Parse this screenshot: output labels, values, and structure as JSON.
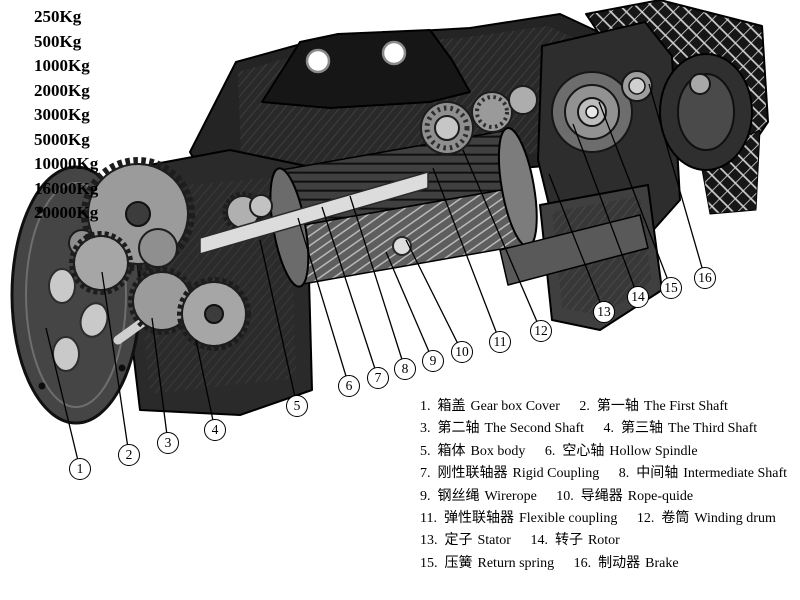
{
  "weights": [
    "250Kg",
    "500Kg",
    "1000Kg",
    "2000Kg",
    "3000Kg",
    "5000Kg",
    "10000Kg",
    "16000Kg",
    "20000Kg"
  ],
  "callouts": [
    "1",
    "2",
    "3",
    "4",
    "5",
    "6",
    "7",
    "8",
    "9",
    "10",
    "11",
    "12",
    "13",
    "14",
    "15",
    "16"
  ],
  "legend": {
    "items": [
      {
        "num": "1.",
        "cn": "箱盖",
        "en": "Gear box Cover"
      },
      {
        "num": "2.",
        "cn": "第一轴",
        "en": "The First Shaft"
      },
      {
        "num": "3.",
        "cn": "第二轴",
        "en": "The Second Shaft"
      },
      {
        "num": "4.",
        "cn": "第三轴",
        "en": "The Third Shaft"
      },
      {
        "num": "5.",
        "cn": "箱体",
        "en": "Box body"
      },
      {
        "num": "6.",
        "cn": "空心轴",
        "en": "Hollow Spindle"
      },
      {
        "num": "7.",
        "cn": "刚性联轴器",
        "en": "Rigid Coupling"
      },
      {
        "num": "8.",
        "cn": "中间轴",
        "en": "Intermediate Shaft"
      },
      {
        "num": "9.",
        "cn": "钢丝绳",
        "en": "Wirerope"
      },
      {
        "num": "10.",
        "cn": "导绳器",
        "en": "Rope-quide"
      },
      {
        "num": "11.",
        "cn": "弹性联轴器",
        "en": "Flexible coupling"
      },
      {
        "num": "12.",
        "cn": "卷筒",
        "en": "Winding drum"
      },
      {
        "num": "13.",
        "cn": "定子",
        "en": "Stator"
      },
      {
        "num": "14.",
        "cn": "转子",
        "en": "Rotor"
      },
      {
        "num": "15.",
        "cn": "压簧",
        "en": "Return spring"
      },
      {
        "num": "16.",
        "cn": "制动器",
        "en": "Brake"
      }
    ]
  },
  "colors": {
    "ink": "#000000",
    "casing_dark": "#242424",
    "metal_light": "#dcdcdc",
    "paper": "#ffffff"
  }
}
